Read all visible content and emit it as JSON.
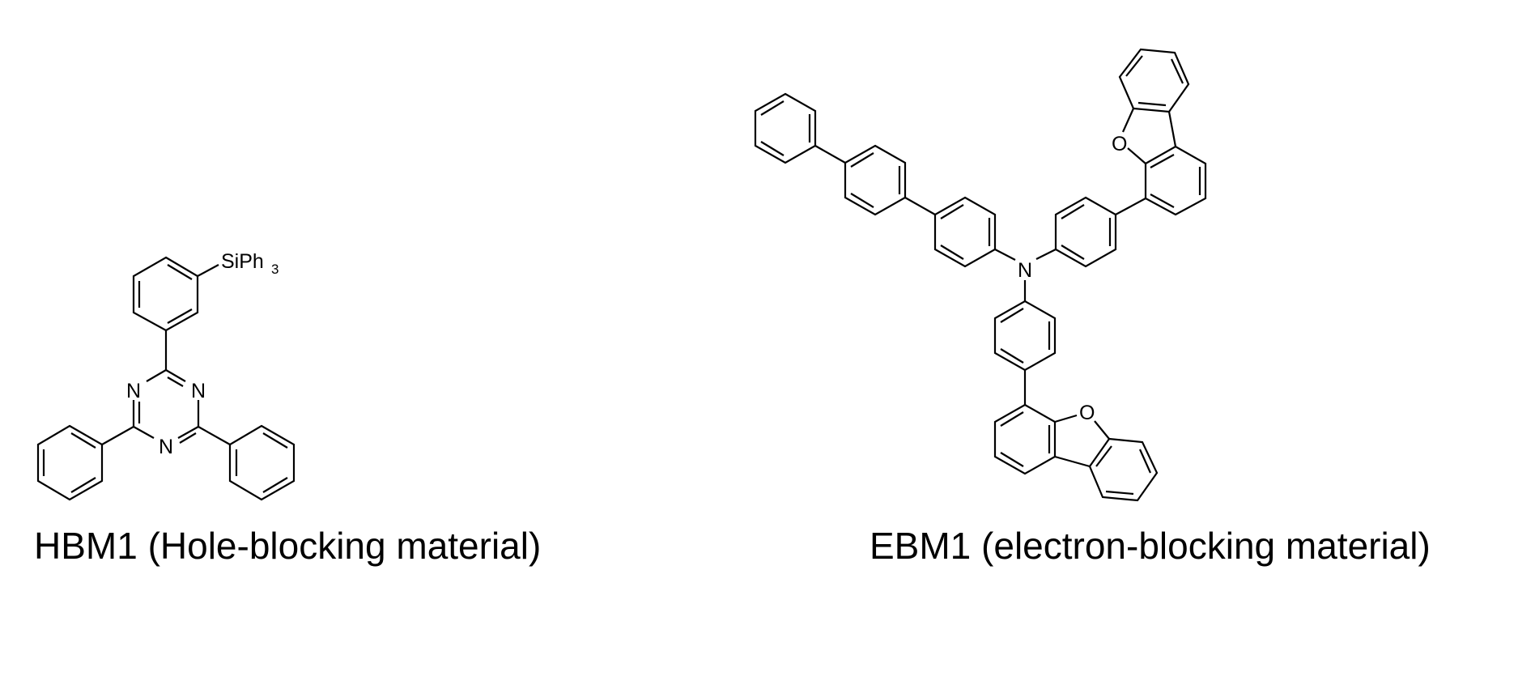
{
  "figure": {
    "background": "#ffffff",
    "line_color": "#000000"
  },
  "molecules": [
    {
      "id": "HBM1",
      "caption": "HBM1 (Hole-blocking material)",
      "labels": {
        "substituent": "SiPh",
        "substituent_subscript": "3",
        "triazine_n_left": "N",
        "triazine_n_right": "N",
        "triazine_n_bottom": "N"
      },
      "description": "2-(3-(triphenylsilyl)phenyl)-4,6-diphenyl-1,3,5-triazine"
    },
    {
      "id": "EBM1",
      "caption": "EBM1 (electron-blocking material)",
      "labels": {
        "amine_n": "N",
        "oxygen_top": "O",
        "oxygen_bottom": "O"
      },
      "description": "Triarylamine bearing a terphenyl arm and two dibenzofuran-4-yl-phenyl arms"
    }
  ]
}
